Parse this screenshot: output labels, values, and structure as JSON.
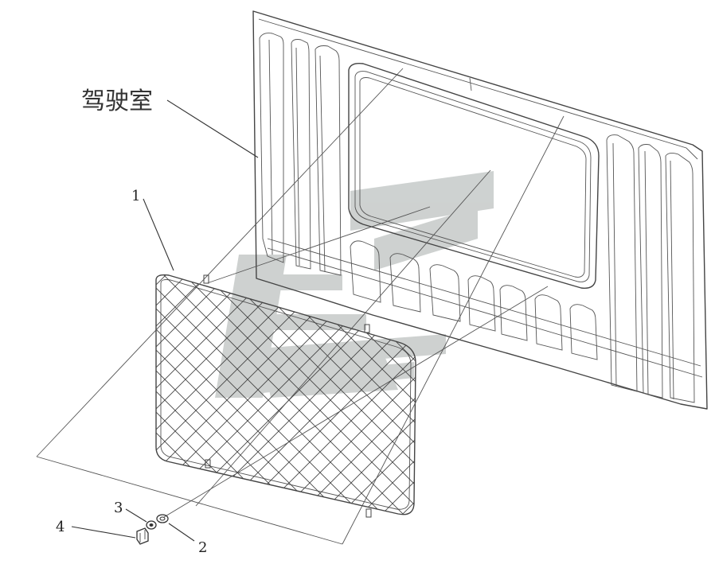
{
  "labels": {
    "cab": "驾驶室",
    "part1": "1",
    "part2": "2",
    "part3": "3",
    "part4": "4"
  },
  "colors": {
    "line": "#444444",
    "watermark": "#c9cdcc",
    "background": "#ffffff"
  }
}
